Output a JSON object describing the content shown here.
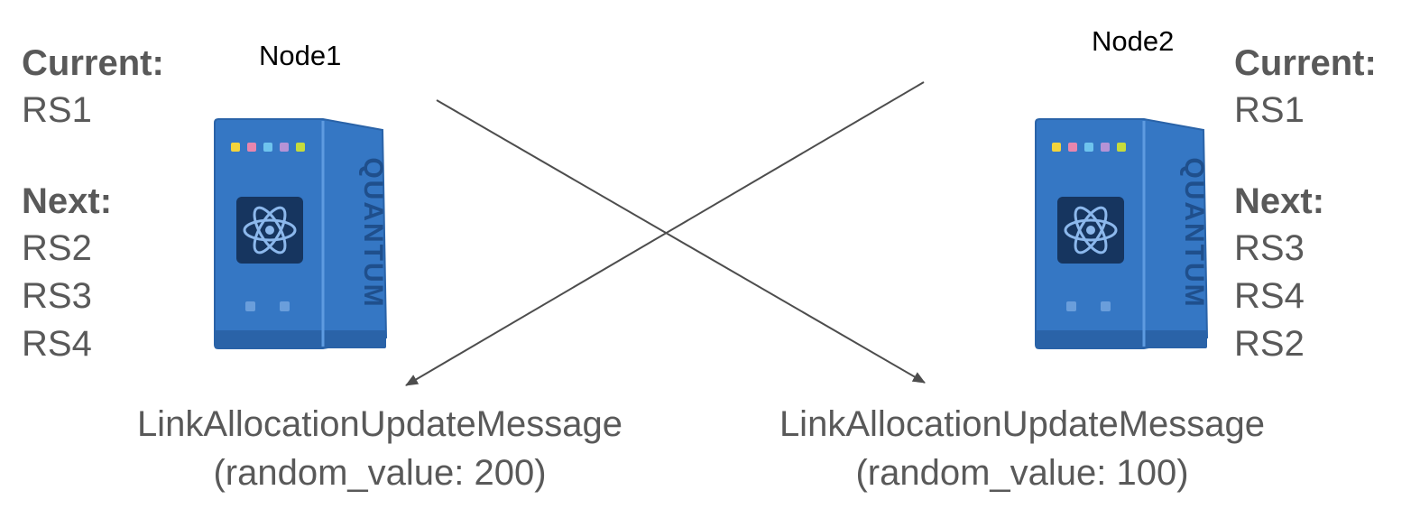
{
  "node1": {
    "label": "Node1",
    "current_header": "Current:",
    "current": "RS1",
    "next_header": "Next:",
    "next": [
      "RS2",
      "RS3",
      "RS4"
    ],
    "server_text": "QUANTUM"
  },
  "node2": {
    "label": "Node2",
    "current_header": "Current:",
    "current": "RS1",
    "next_header": "Next:",
    "next": [
      "RS3",
      "RS4",
      "RS2"
    ],
    "server_text": "QUANTUM"
  },
  "messages": [
    {
      "name": "LinkAllocationUpdateMessage",
      "detail": "(random_value: 200)"
    },
    {
      "name": "LinkAllocationUpdateMessage",
      "detail": "(random_value: 100)"
    }
  ],
  "colors": {
    "text": "#595959",
    "server_body": "#3577c4",
    "server_dark": "#2a63a8",
    "chip": "#16355f",
    "atom": "#8cb8ec",
    "arrow": "#4d4d4d",
    "leds": [
      "#f3d43c",
      "#e886ae",
      "#6ec4ee",
      "#b593d6",
      "#c6db3c"
    ]
  },
  "icons": [
    "quantum-server-icon",
    "atom-icon"
  ]
}
